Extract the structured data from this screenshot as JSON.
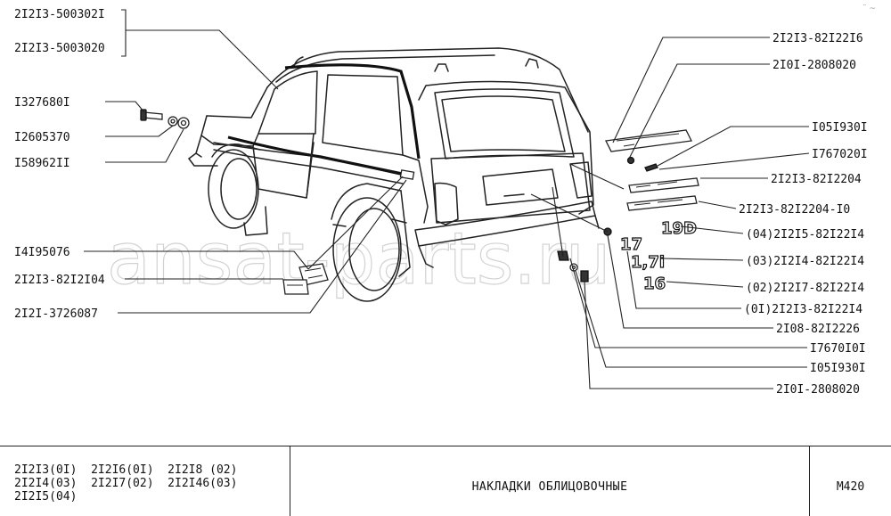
{
  "watermark": "ansat-parts.ru",
  "corner_mark": "¨ ~",
  "callouts": [
    {
      "id": "c01",
      "text": "2I2I3-500302I"
    },
    {
      "id": "c02",
      "text": "2I2I3-5003020"
    },
    {
      "id": "c03",
      "text": "I327680I"
    },
    {
      "id": "c04",
      "text": "I2605370"
    },
    {
      "id": "c05",
      "text": "I58962II"
    },
    {
      "id": "c06",
      "text": "I4I95076"
    },
    {
      "id": "c07",
      "text": "2I2I3-82I2I04"
    },
    {
      "id": "c08",
      "text": "2I2I-3726087"
    },
    {
      "id": "c09",
      "text": "2I2I3-82I22I6"
    },
    {
      "id": "c10",
      "text": "2I0I-2808020"
    },
    {
      "id": "c11",
      "text": "I05I930I"
    },
    {
      "id": "c12",
      "text": "I767020I"
    },
    {
      "id": "c13",
      "text": "2I2I3-82I2204"
    },
    {
      "id": "c14",
      "text": "2I2I3-82I2204-I0"
    },
    {
      "id": "c15",
      "text": "(04)2I2I5-82I22I4"
    },
    {
      "id": "c16",
      "text": "(03)2I2I4-82I22I4"
    },
    {
      "id": "c17",
      "text": "(02)2I2I7-82I22I4"
    },
    {
      "id": "c18",
      "text": "(0I)2I2I3-82I22I4"
    },
    {
      "id": "c19",
      "text": "2I08-82I2226"
    },
    {
      "id": "c20",
      "text": "I7670I0I"
    },
    {
      "id": "c21",
      "text": "I05I930I"
    },
    {
      "id": "c22",
      "text": "2I0I-2808020"
    }
  ],
  "footer": {
    "model_codes": [
      "2I2I3(0I)  2I2I6(0I)  2I2I8 (02)",
      "2I2I4(03)  2I2I7(02)  2I2I46(03)",
      "2I2I5(04)"
    ],
    "title": "НАКЛАДКИ   ОБЛИЦОВОЧНЫЕ",
    "sheet": "M420"
  }
}
